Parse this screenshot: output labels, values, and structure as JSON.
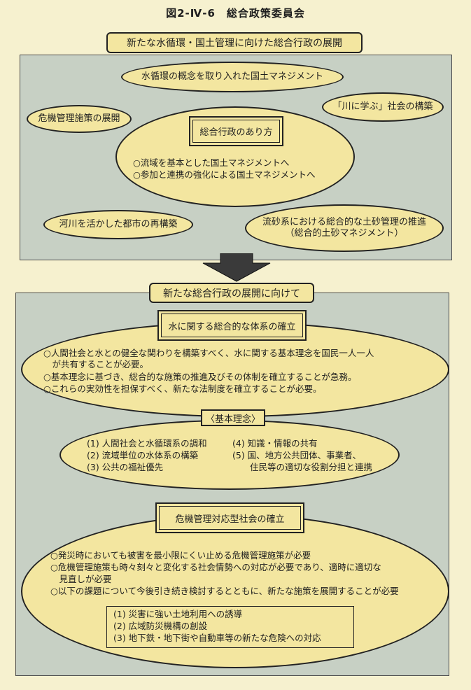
{
  "title": "図2-Ⅳ-6　総合政策委員会",
  "section1": {
    "label": "新たな水循環・国土管理に向けた総合行政の展開",
    "ellipse_top": "水循環の概念を取り入れた国土マネジメント",
    "ellipse_right": "「川に学ぶ」社会の構築",
    "ellipse_left": "危機管理施策の展開",
    "center": {
      "heading": "総合行政のあり方",
      "items": [
        "○流域を基本とした国土マネジメントへ",
        "○参加と連携の強化による国土マネジメントへ"
      ]
    },
    "ellipse_bottom_left": "河川を活かした都市の再構築",
    "ellipse_bottom_right": [
      "流砂系における総合的な土砂管理の推進",
      "（総合的土砂マネジメント）"
    ]
  },
  "section2": {
    "label": "新たな総合行政の展開に向けて",
    "water": {
      "heading": "水に関する総合的な体系の確立",
      "items": [
        "○人間社会と水との健全な関わりを構築すべく、水に関する基本理念を国民一人一人",
        "　が共有することが必要。",
        "○基本理念に基づき、総合的な施策の推進及びその体制を確立することが急務。",
        "○これらの実効性を担保すべく、新たな法制度を確立することが必要。"
      ]
    },
    "principles": {
      "heading": "〈基本理念〉",
      "col1": [
        "(1)  人間社会と水循環系の調和",
        "(2)  流域単位の水体系の構築",
        "(3)  公共の福祉優先"
      ],
      "col2": [
        "(4)  知識・情報の共有",
        "(5)  国、地方公共団体、事業者、",
        "　　住民等の適切な役割分担と連携"
      ]
    },
    "crisis": {
      "heading": "危機管理対応型社会の確立",
      "items": [
        "○発災時においても被害を最小限にくい止める危機管理施策が必要",
        "○危機管理施策も時々刻々と変化する社会情勢への対応が必要であり、適時に適切な",
        "　見直しが必要",
        "○以下の課題について今後引き続き検討するとともに、新たな施策を展開することが必要"
      ],
      "tasks": [
        "(1)  災害に強い土地利用への誘導",
        "(2)  広域防災機構の創設",
        "(3)  地下鉄・地下街や自動車等の新たな危険への対応"
      ]
    }
  }
}
